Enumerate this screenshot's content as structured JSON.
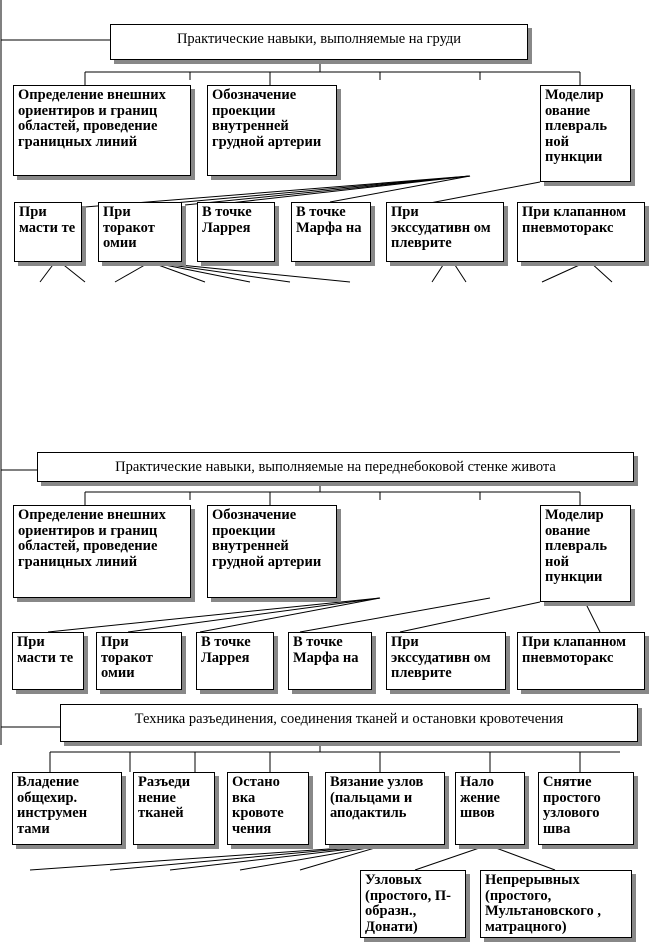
{
  "section1": {
    "title": "Практические навыки, выполняемые на груди",
    "level1": [
      "Определение внешних ориентиров и границ областей, проведение границных линий",
      "Обозначение проекции внутренней грудной артерии",
      "Моделир ование плевраль ной пункции"
    ],
    "level2": [
      "При масти те",
      "При торакот омии",
      "В точке Ларрея",
      "В точке Марфа на",
      "При экссудативн ом плеврите",
      "При клапанном пневмоторакс"
    ]
  },
  "section2": {
    "title": "Практические навыки, выполняемые на переднебоковой стенке живота",
    "level1": [
      "Определение внешних ориентиров и границ областей, проведение границных линий",
      "Обозначение проекции внутренней грудной артерии",
      "Моделир ование плевраль ной пункции"
    ],
    "level2": [
      "При масти те",
      "При торакот омии",
      "В точке Ларрея",
      "В точке Марфа на",
      "При экссудативн ом плеврите",
      "При клапанном пневмоторакс"
    ]
  },
  "section3": {
    "title": "Техника разъединения, соединения тканей и остановки кровотечения",
    "level1": [
      "Владение общехир. инструмен тами",
      "Разъеди нение тканей",
      "Остано вка кровоте чения",
      "Вязание узлов (пальцами и аподактиль",
      "Нало жение швов",
      "Снятие простого узлового шва"
    ],
    "level2": [
      "Узловых (простого, П-образн., Донати)",
      "Непрерывных (простого, Мультановского , матрацного)"
    ]
  }
}
